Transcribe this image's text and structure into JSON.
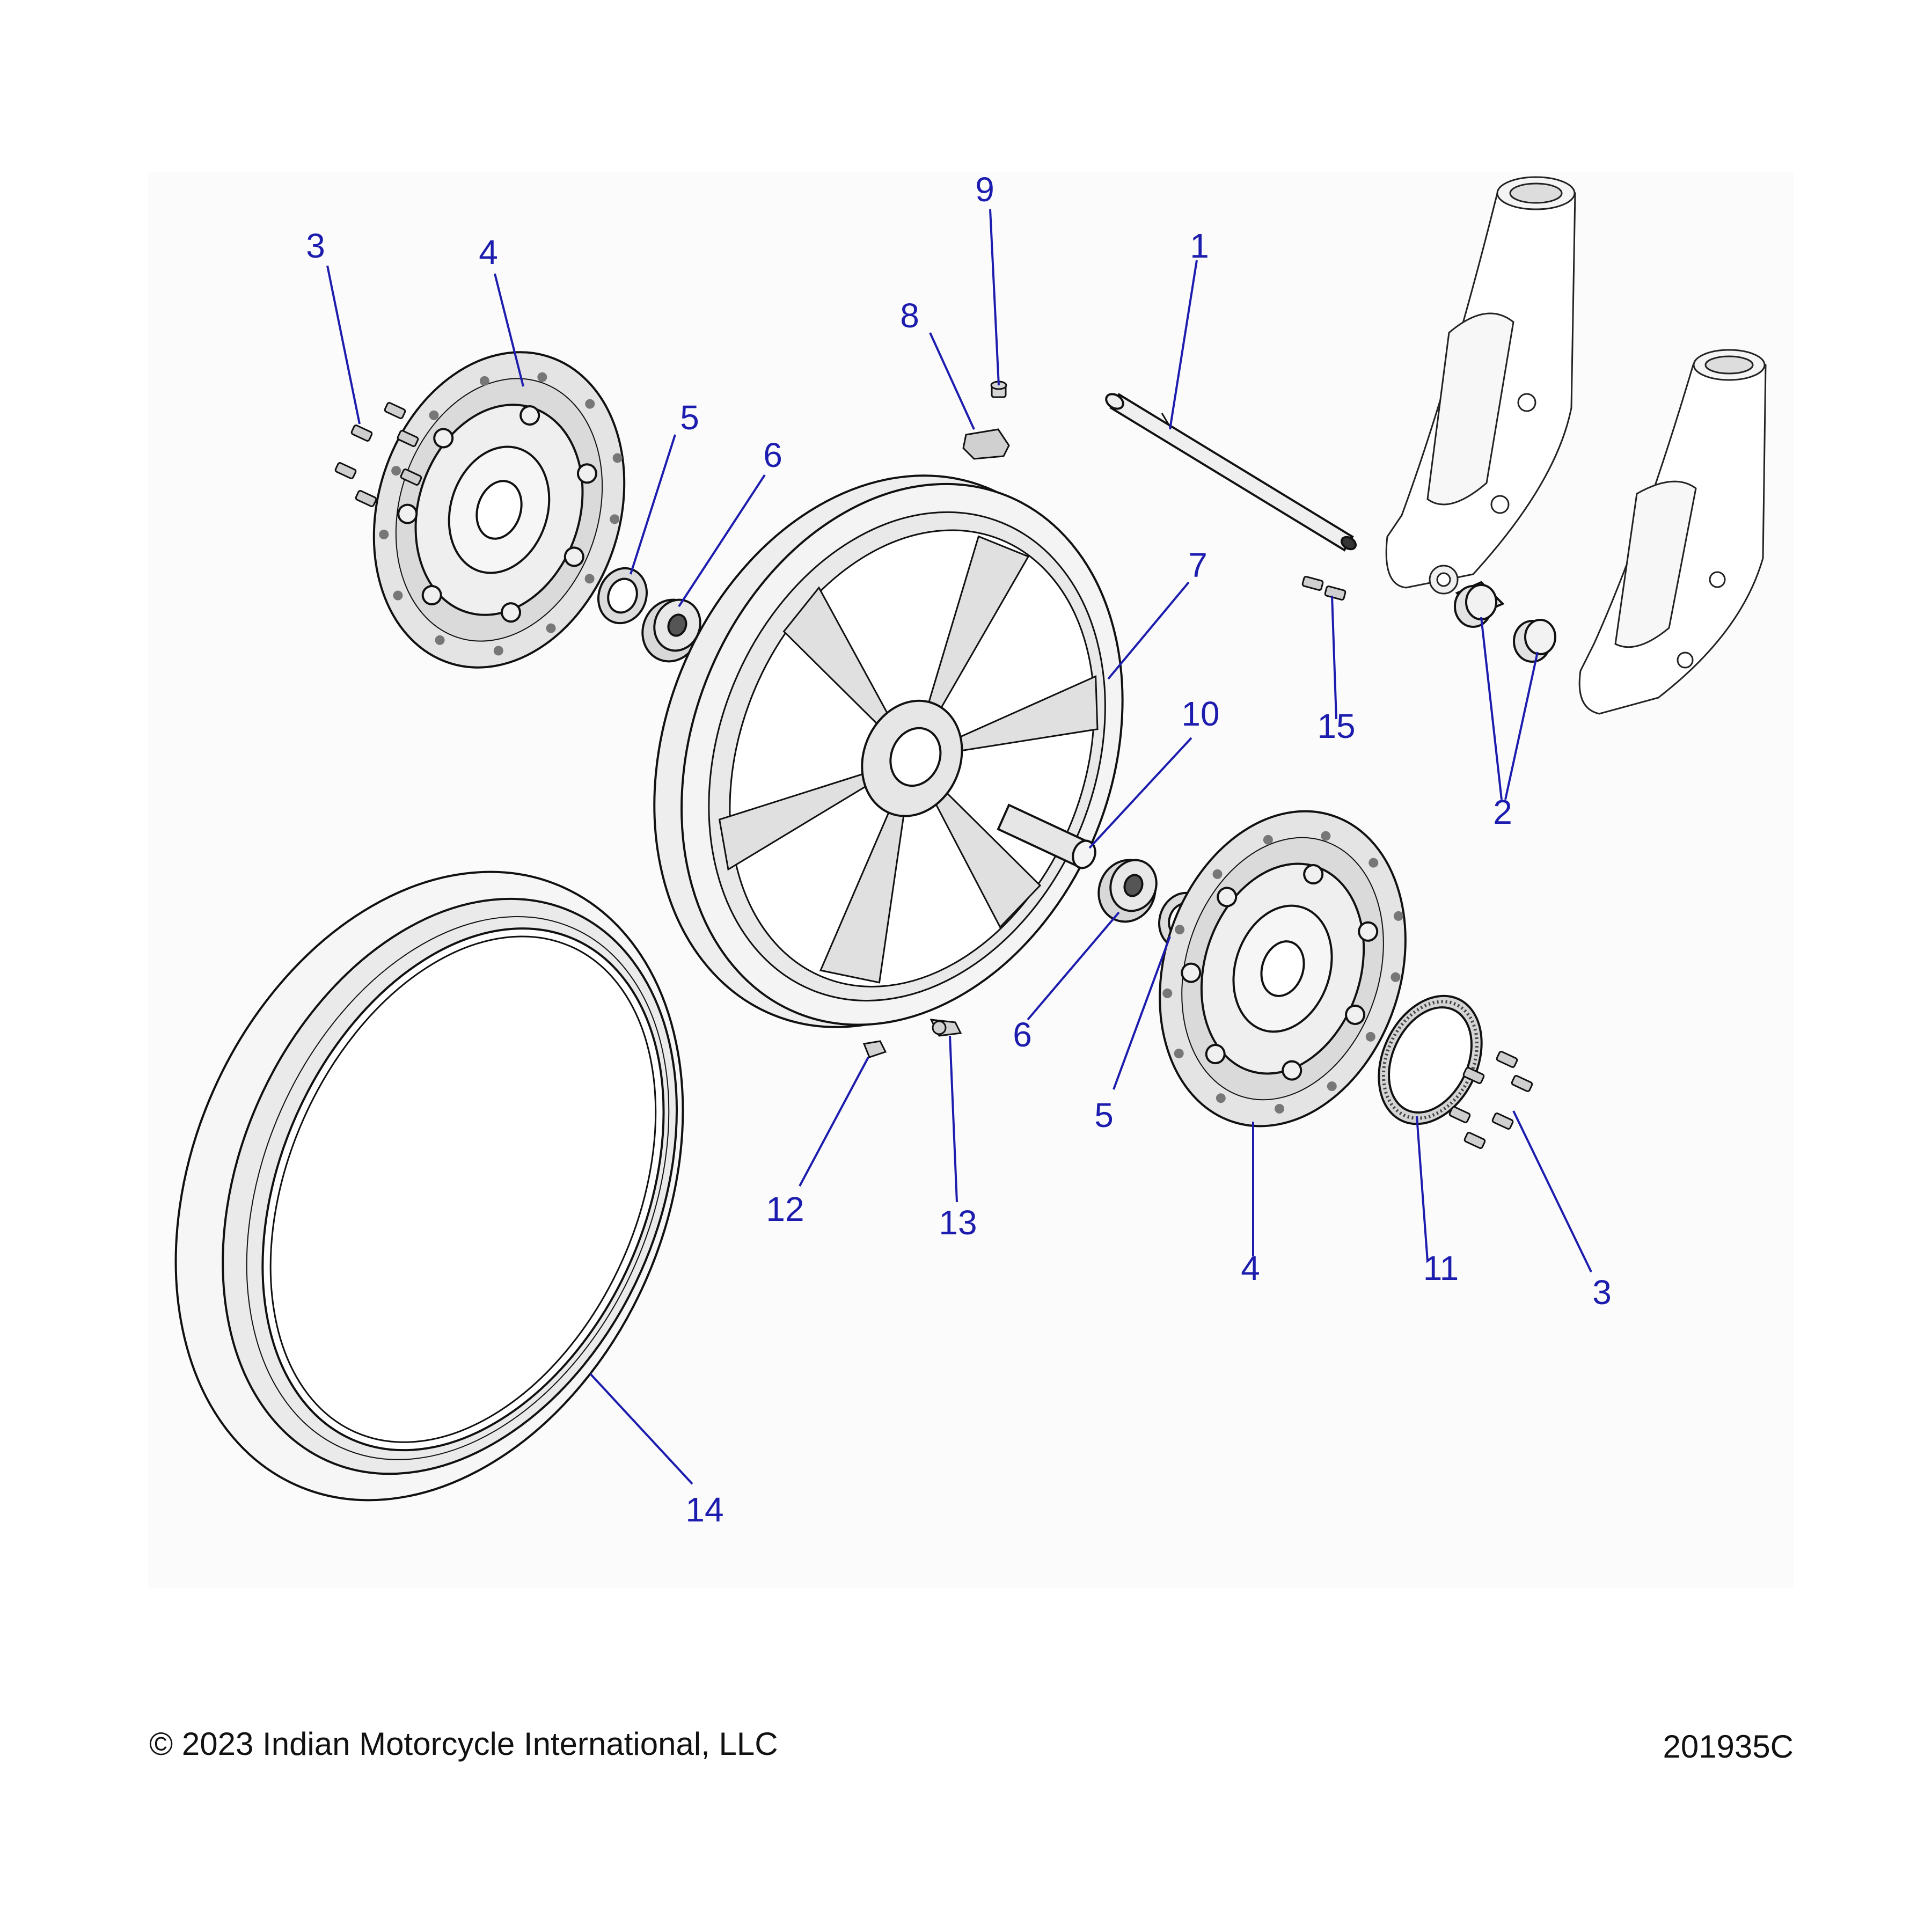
{
  "diagram": {
    "callouts": [
      {
        "label": "1"
      },
      {
        "label": "2"
      },
      {
        "label": "3"
      },
      {
        "label": "3"
      },
      {
        "label": "4"
      },
      {
        "label": "4"
      },
      {
        "label": "5"
      },
      {
        "label": "5"
      },
      {
        "label": "6"
      },
      {
        "label": "6"
      },
      {
        "label": "7"
      },
      {
        "label": "8"
      },
      {
        "label": "9"
      },
      {
        "label": "10"
      },
      {
        "label": "11"
      },
      {
        "label": "12"
      },
      {
        "label": "13"
      },
      {
        "label": "14"
      },
      {
        "label": "15"
      }
    ]
  },
  "footer": {
    "copyright": "© 2023 Indian Motorcycle International, LLC",
    "drawing_number": "201935C"
  },
  "colors": {
    "callout": "#1c1cae",
    "line": "#111111",
    "part_fill": "#ececec"
  }
}
